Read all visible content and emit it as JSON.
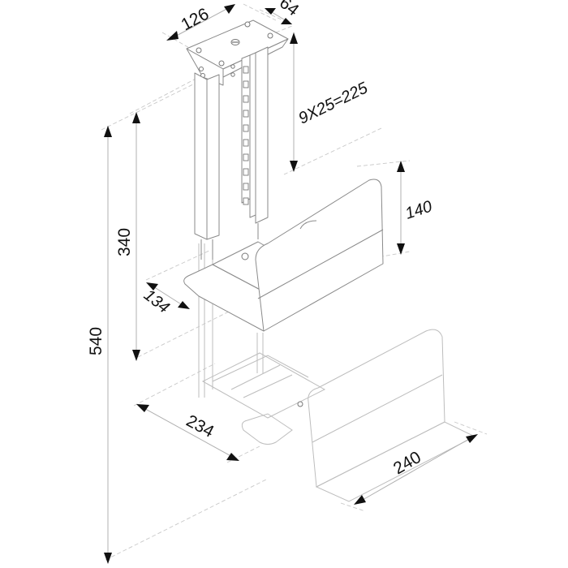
{
  "diagram": {
    "subject": "Under-desk computer holder (height-adjustable CPU mount)",
    "units": "mm",
    "colors": {
      "background": "#ffffff",
      "outline": "#8a8a8a",
      "dimension_line": "#b0b0b0",
      "arrowhead": "#111111",
      "text": "#111111"
    },
    "dimensions": {
      "mount_plate_width": "126",
      "mount_plate_depth": "64",
      "adjustment_range": "9X25=225",
      "side_panel_height": "140",
      "min_height": "340",
      "max_height": "540",
      "shelf_depth": "134",
      "base_width": "234",
      "base_length": "240"
    }
  }
}
